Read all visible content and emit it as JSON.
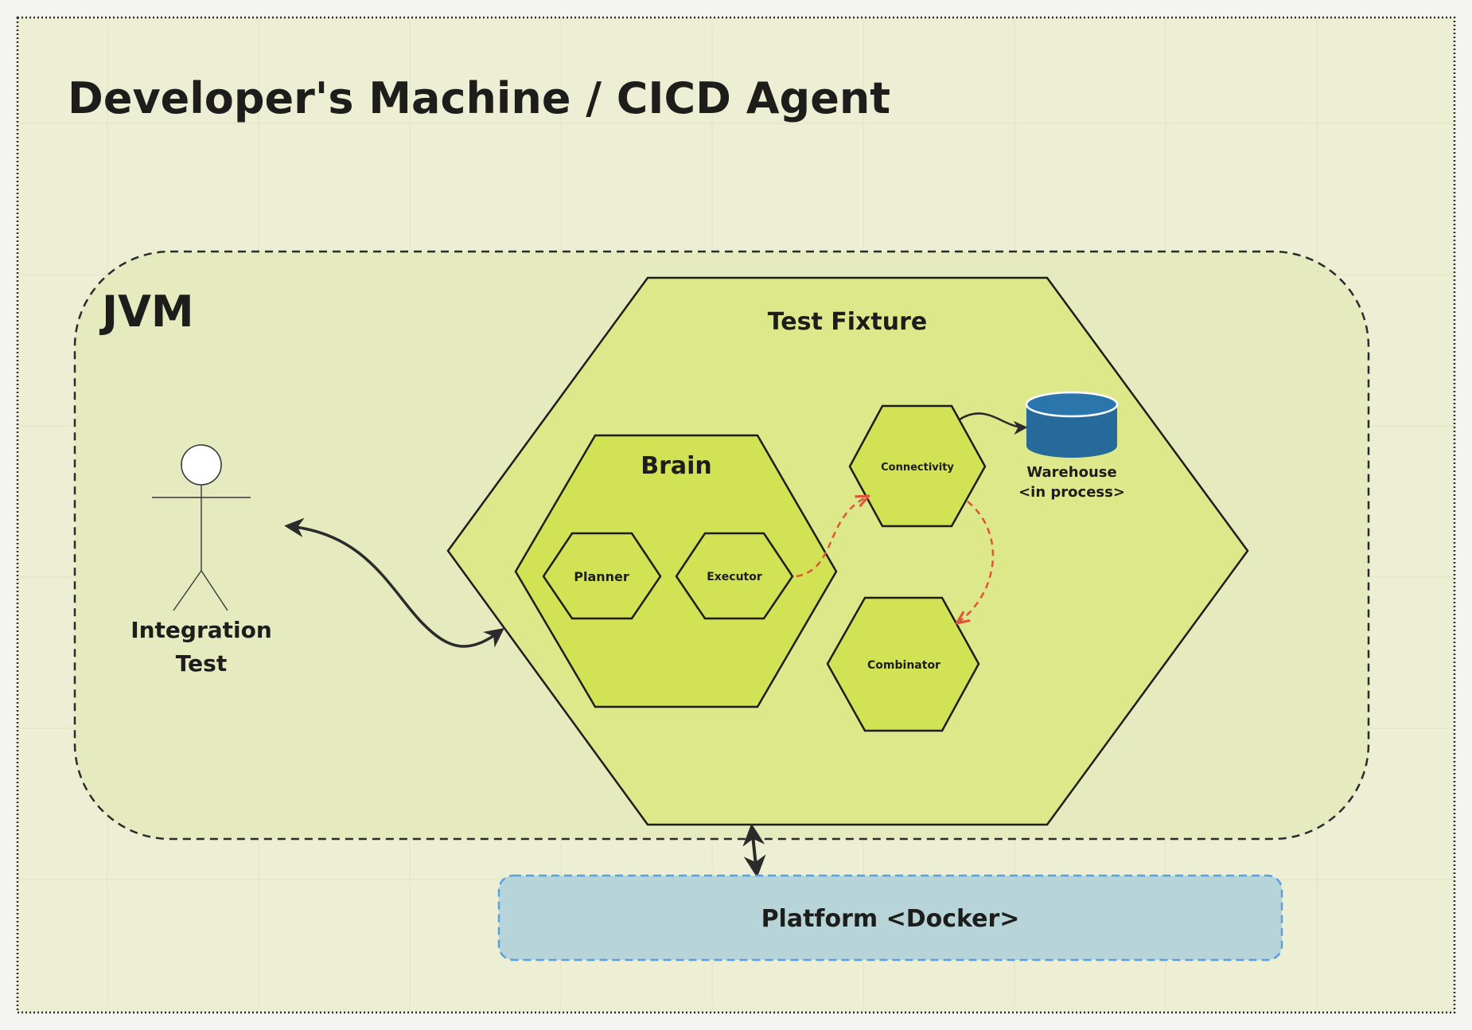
{
  "board": {
    "title": "Developer's Machine / CICD Agent"
  },
  "jvm": {
    "label": "JVM"
  },
  "actor": {
    "label_line1": "Integration",
    "label_line2": "Test"
  },
  "test_fixture": {
    "label": "Test Fixture"
  },
  "brain": {
    "label": "Brain",
    "planner": "Planner",
    "executor": "Executor"
  },
  "connectivity": {
    "label": "Connectivity"
  },
  "combinator": {
    "label": "Combinator"
  },
  "warehouse": {
    "label_line1": "Warehouse",
    "label_line2": "<in process>"
  },
  "platform": {
    "label": "Platform <Docker>"
  },
  "colors": {
    "board_bg": "#ecefd3",
    "jvm_bg": "#e6eabf",
    "fixture_fill": "#dde88b",
    "component_fill": "#d2e255",
    "platform_fill": "#b7d5d8",
    "platform_border": "#5b9fe0",
    "database_fill": "#266a9c",
    "dashed_arrow": "#e0553a",
    "stroke": "#1d1d1b"
  }
}
